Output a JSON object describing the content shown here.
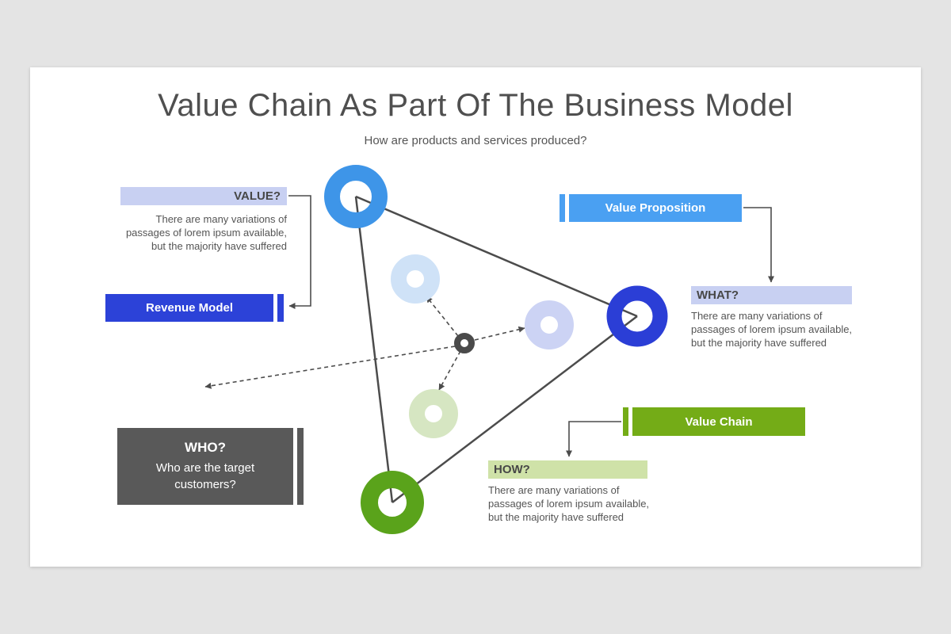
{
  "colors": {
    "bg": "#e4e4e4",
    "slide": "#ffffff",
    "title": "#4f4f4f",
    "text": "#555555",
    "heading": "#474747",
    "periwinkle": "#c8d0f2",
    "royal-blue": "#2c42d8",
    "bright-blue": "#4aa0f2",
    "green": "#74ac17",
    "light-green": "#cfe2a8",
    "who-gray": "#595959",
    "line": "#4c4c4c",
    "donut-blue": "#3e95e8",
    "donut-dark-blue": "#2b3ed6",
    "donut-green": "#5aa31b",
    "faded-blue": "#cfe2f7",
    "faded-lavender": "#ccd3f4",
    "faded-green": "#d6e6c2",
    "hub": "#4a4a4a"
  },
  "header": {
    "title": "Value Chain As Part Of The Business Model",
    "subtitle": "How are products and services produced?"
  },
  "callouts": {
    "value": {
      "label": "VALUE?",
      "description": "There are many variations of\npassages of lorem ipsum available,\nbut the majority have suffered"
    },
    "what": {
      "label": "WHAT?",
      "description": "There are many variations of\npassages of lorem ipsum available,\nbut the majority have suffered"
    },
    "how": {
      "label": "HOW?",
      "description": "There are many variations of\npassages of lorem ipsum available,\nbut the majority have suffered"
    },
    "who": {
      "label": "WHO?",
      "description": "Who are the target\ncustomers?"
    }
  },
  "bars": {
    "revenue_model": "Revenue Model",
    "value_proposition": "Value Proposition",
    "value_chain": "Value Chain"
  }
}
